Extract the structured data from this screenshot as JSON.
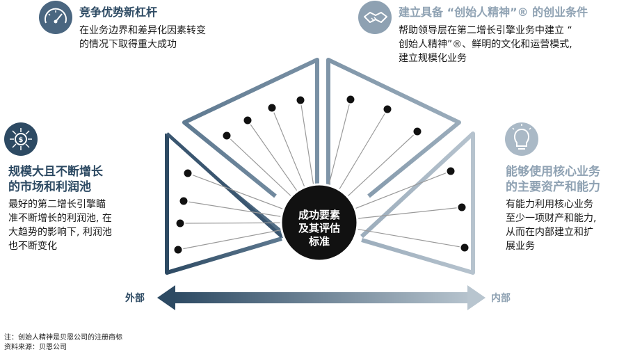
{
  "factors": {
    "top_left": {
      "title": "竞争优势新杠杆",
      "body": [
        "在业务边界和差异化因素转变",
        "的情况下取得重大成功"
      ],
      "icon": "gauge-icon"
    },
    "top_right": {
      "title": "建立具备 “创始人精神”® 的创业条件",
      "body": [
        "帮助领导层在第二增长引擎业务中建立 “",
        "创始人精神”®、鲜明的文化和运营模式,",
        "建立规模化业务"
      ],
      "icon": "handshake-icon"
    },
    "left": {
      "title": [
        "规模大且不断增长",
        "的市场和利润池"
      ],
      "body": [
        "最好的第二增长引擎瞄",
        "准不断增长的利润池, 在",
        "大趋势的影响下, 利润池",
        "也不断变化"
      ],
      "icon": "money-network-icon"
    },
    "right": {
      "title": [
        "能够使用核心业务",
        "的主要资产和能力"
      ],
      "body": [
        "有能力利用核心业务",
        "至少一项财产和能力,",
        "从而在内部建立和扩",
        "展业务"
      ],
      "icon": "lightbulb-icon"
    }
  },
  "center": {
    "label": [
      "成功要素",
      "及其评估",
      "标准"
    ]
  },
  "axis": {
    "left_label": "外部",
    "right_label": "内部"
  },
  "colors": {
    "dark": "#2d4a63",
    "mid": "#5d7890",
    "light": "#a9b9c6",
    "accent_text_light": "#8fa2b3"
  },
  "footnotes": [
    "注：创始人精神是贝恩公司的注册商标",
    "资料来源：贝恩公司"
  ]
}
